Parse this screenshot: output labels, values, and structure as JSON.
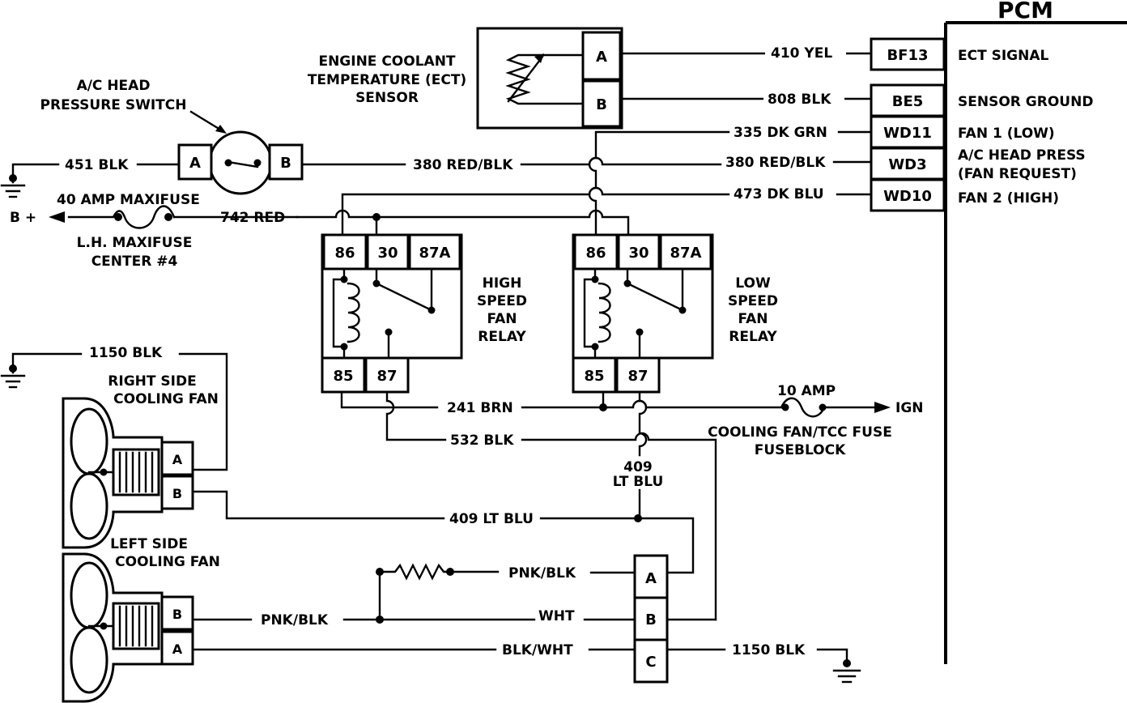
{
  "pcm": {
    "title": "PCM",
    "pins": [
      "BF13",
      "BE5",
      "WD11",
      "WD3",
      "WD10"
    ],
    "functions": [
      "ECT SIGNAL",
      "SENSOR GROUND",
      "FAN 1 (LOW)",
      "A/C HEAD PRESS",
      "(FAN REQUEST)",
      "FAN 2 (HIGH)"
    ]
  },
  "ect_sensor": {
    "label": [
      "ENGINE COOLANT",
      "TEMPERATURE (ECT)",
      "SENSOR"
    ],
    "pins": [
      "A",
      "B"
    ]
  },
  "ac_switch": {
    "label": [
      "A/C HEAD",
      "PRESSURE SWITCH"
    ],
    "pins": [
      "A",
      "B"
    ]
  },
  "fuses": {
    "maxifuse": "40 AMP MAXIFUSE",
    "maxifuse_center": [
      "L.H. MAXIFUSE",
      "CENTER #4"
    ],
    "battery": "B +",
    "ign_fuse": "10 AMP",
    "ign": "IGN",
    "ign_fuse_name": [
      "COOLING FAN/TCC FUSE",
      "FUSEBLOCK"
    ]
  },
  "high_relay": {
    "label": [
      "HIGH",
      "SPEED",
      "FAN",
      "RELAY"
    ],
    "top_pins": [
      "86",
      "30",
      "87A"
    ],
    "bottom_pins": [
      "85",
      "87"
    ]
  },
  "low_relay": {
    "label": [
      "LOW",
      "SPEED",
      "FAN",
      "RELAY"
    ],
    "top_pins": [
      "86",
      "30",
      "87A"
    ],
    "bottom_pins": [
      "85",
      "87"
    ]
  },
  "right_fan": {
    "label": [
      "RIGHT SIDE",
      "COOLING FAN"
    ],
    "pins": [
      "A",
      "B"
    ]
  },
  "left_fan": {
    "label": [
      "LEFT SIDE",
      "COOLING FAN"
    ],
    "pins": [
      "B",
      "A"
    ]
  },
  "connector": {
    "pins": [
      "A",
      "B",
      "C"
    ]
  },
  "wires": {
    "w410": "410 YEL",
    "w808": "808 BLK",
    "w335": "335 DK GRN",
    "w380_right": "380 RED/BLK",
    "w473": "473 DK BLU",
    "w451": "451 BLK",
    "w380_left": "380 RED/BLK",
    "w742": "742 RED",
    "w1150_top": "1150 BLK",
    "w241": "241 BRN",
    "w532": "532 BLK",
    "w409_num": "409",
    "w409_color": "LT BLU",
    "w409_long": "409 LT BLU",
    "w_pnk_top": "PNK/BLK",
    "w_pnk_left": "PNK/BLK",
    "w_wht": "WHT",
    "w_blkwht": "BLK/WHT",
    "w1150_bottom": "1150 BLK"
  }
}
